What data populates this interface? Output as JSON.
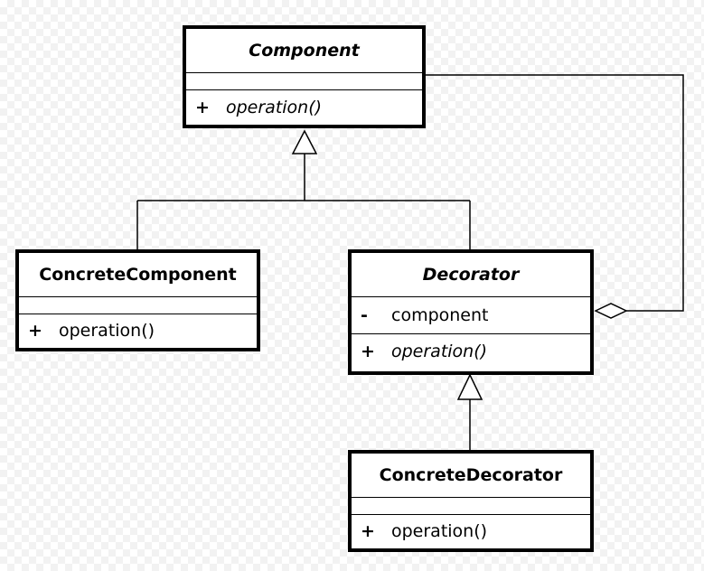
{
  "classes": {
    "component": {
      "name": "Component",
      "abstract": true,
      "attributes": [],
      "operations": [
        {
          "visibility": "+",
          "name": "operation()",
          "italic": true
        }
      ]
    },
    "concrete_component": {
      "name": "ConcreteComponent",
      "abstract": false,
      "attributes": [],
      "operations": [
        {
          "visibility": "+",
          "name": "operation()",
          "italic": false
        }
      ]
    },
    "decorator": {
      "name": "Decorator",
      "abstract": true,
      "attributes": [
        {
          "visibility": "-",
          "name": "component"
        }
      ],
      "operations": [
        {
          "visibility": "+",
          "name": "operation()",
          "italic": true
        }
      ]
    },
    "concrete_decorator": {
      "name": "ConcreteDecorator",
      "abstract": false,
      "attributes": [],
      "operations": [
        {
          "visibility": "+",
          "name": "operation()",
          "italic": false
        }
      ]
    }
  },
  "relationships": [
    {
      "type": "generalization",
      "from": "ConcreteComponent",
      "to": "Component"
    },
    {
      "type": "generalization",
      "from": "Decorator",
      "to": "Component"
    },
    {
      "type": "generalization",
      "from": "ConcreteDecorator",
      "to": "Decorator"
    },
    {
      "type": "aggregation",
      "whole": "Decorator",
      "part": "Component"
    }
  ],
  "colors": {
    "line": "#000000",
    "box_fill": "#ffffff",
    "background_check": "#f2f2f2"
  }
}
